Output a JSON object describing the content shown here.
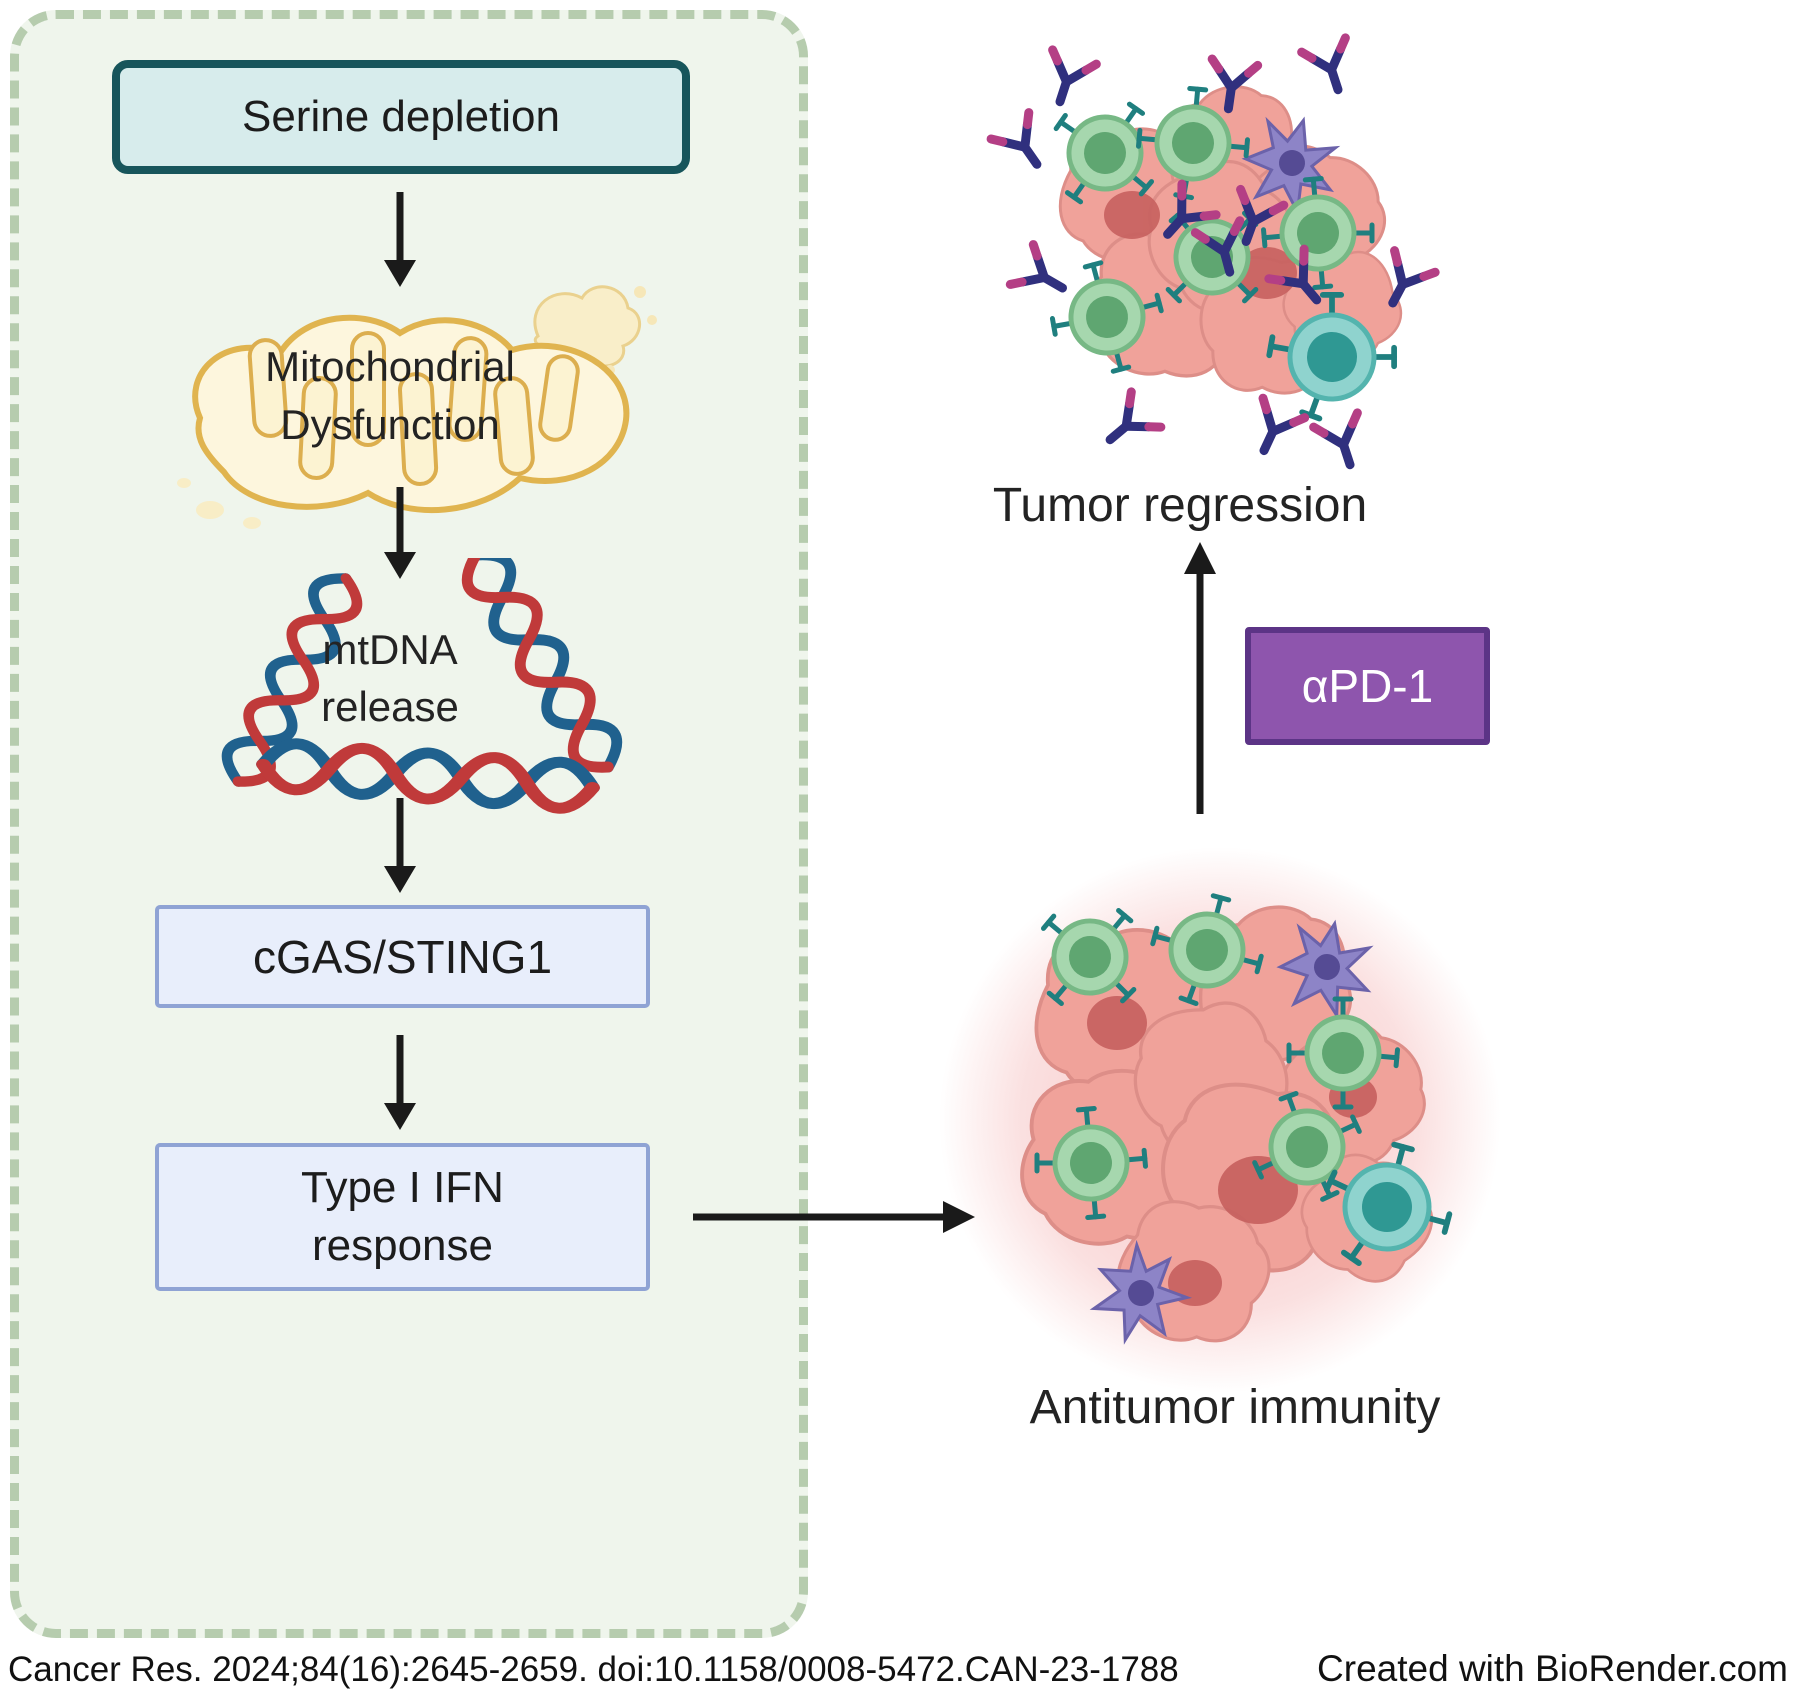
{
  "figure": {
    "pathway": {
      "serine_depletion": "Serine depletion",
      "mitochondrial_dysfunction_line1": "Mitochondrial",
      "mitochondrial_dysfunction_line2": "Dysfunction",
      "mtdna_release_line1": "mtDNA",
      "mtdna_release_line2": "release",
      "cgas_sting1": "cGAS/STING1",
      "type_i_ifn_line1": "Type I IFN",
      "type_i_ifn_line2": "response"
    },
    "outcomes": {
      "tumor_regression": "Tumor regression",
      "anti_pd1": "αPD-1",
      "antitumor_immunity": "Antitumor immunity"
    }
  },
  "footer": {
    "citation": "Cancer Res. 2024;84(16):2645-2659. doi:10.1158/0008-5472.CAN-23-1788",
    "credit": "Created with BioRender.com"
  },
  "illustrations": [
    "mitochondria-icon",
    "mtdna-helix-icon",
    "tumor-regression-cluster",
    "antitumor-immunity-cluster",
    "antibody-icon",
    "t-cell-icon",
    "nk-cell-icon",
    "dendritic-cell-icon",
    "tumor-cell-icon"
  ],
  "colors": {
    "panel_background": "#eff5ec",
    "panel_border": "#b6ccae",
    "serine_box_bg": "#d7ecec",
    "serine_box_border": "#17555b",
    "pathway_box_bg": "#e8eefb",
    "pathway_box_border": "#8fa3d4",
    "apd1_bg": "#8e55ad",
    "apd1_border": "#5c3486",
    "arrow": "#1a1a1a",
    "mitochondria_fill": "#fdf6dd",
    "mitochondria_stroke": "#e0b44f",
    "dna_blue": "#20618e",
    "dna_red": "#c03a3a",
    "tumor_cell": "#f0a29a",
    "tumor_nucleus": "#c7615f",
    "t_cell": "#a6d7ae",
    "nk_cell": "#8fd3ce",
    "dendritic_cell": "#8d84c7",
    "antibody_body": "#30307e",
    "antibody_tip": "#b43f85",
    "glow": "#f09898"
  }
}
